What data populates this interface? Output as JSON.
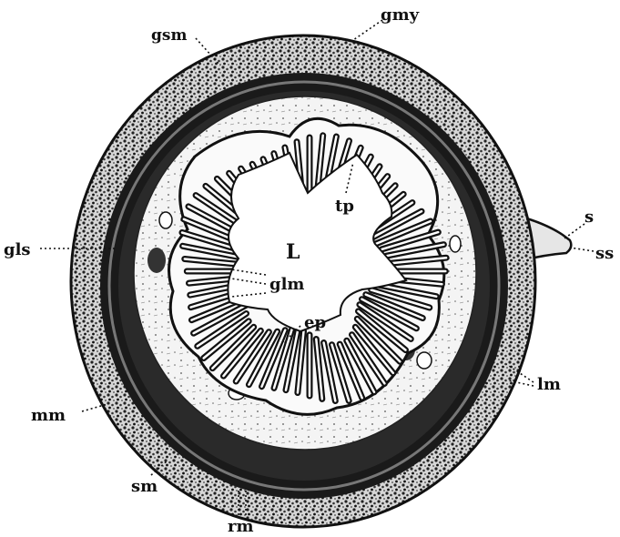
{
  "figure": {
    "labels": {
      "gsm": "gsm",
      "gmy": "gmy",
      "tp": "tp",
      "s": "s",
      "ss": "ss",
      "gls": "gls",
      "L": "L",
      "glm": "glm",
      "ep": "ep",
      "lm": "lm",
      "mm": "mm",
      "sm": "sm",
      "rm": "rm"
    },
    "colors": {
      "ink": "#111111",
      "paper": "#ffffff",
      "tissue": "#d9d9d9"
    }
  }
}
